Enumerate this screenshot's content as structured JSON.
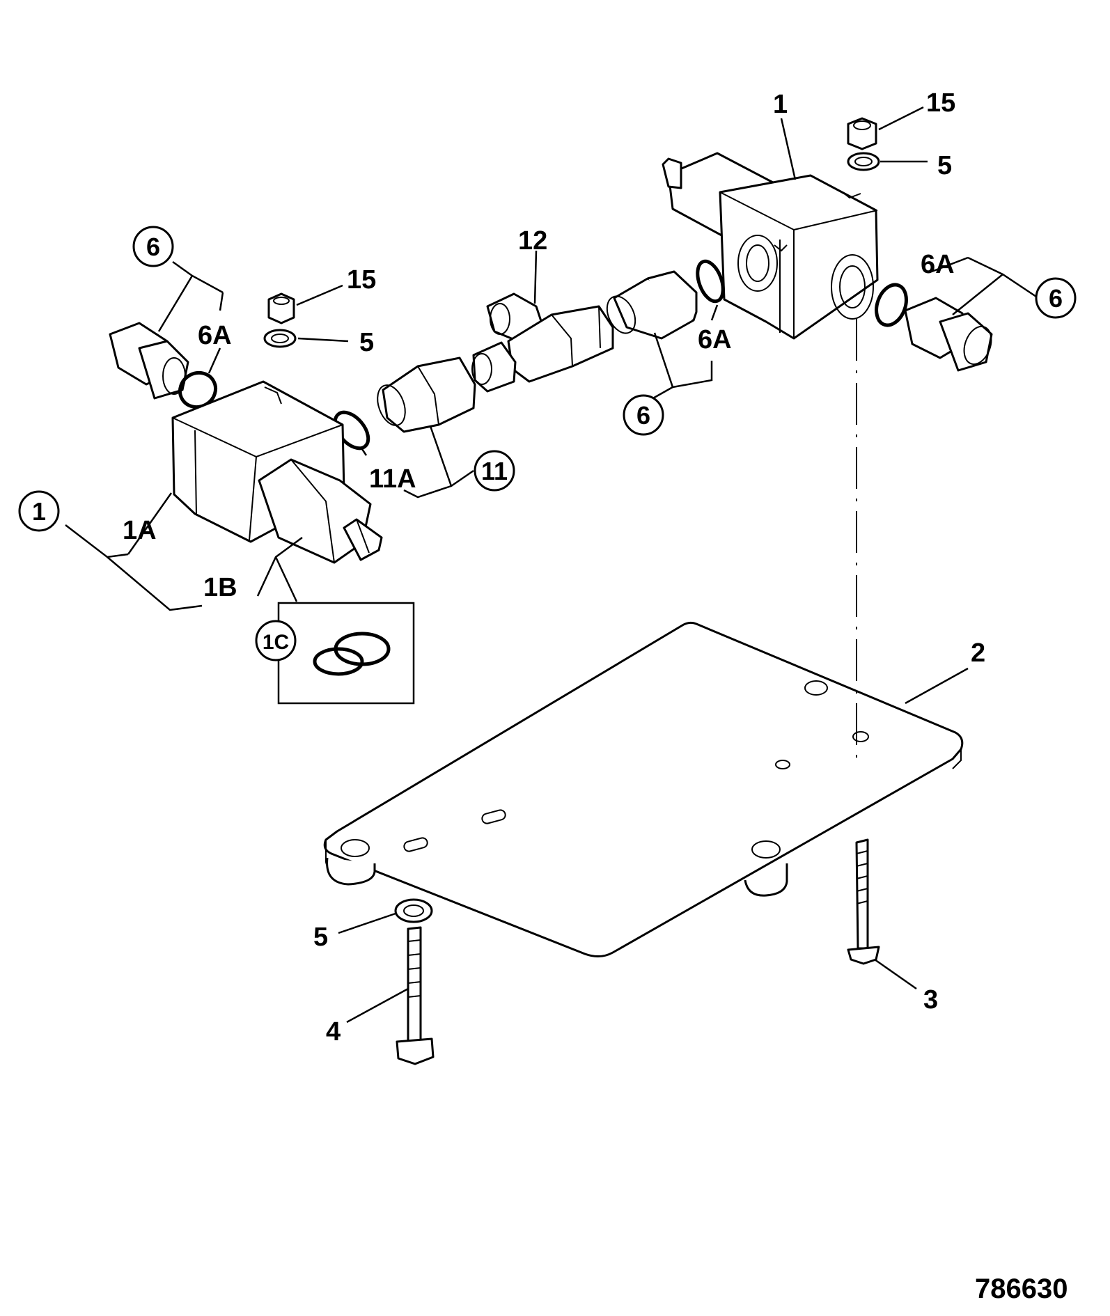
{
  "figure_number": "786630",
  "labels": {
    "l_1_top": "1",
    "l_15_top": "15",
    "l_5_top": "5",
    "l_12": "12",
    "l_15_mid": "15",
    "l_5_mid": "5",
    "l_6A_left": "6A",
    "l_6A_center": "6A",
    "l_6A_right": "6A",
    "l_11A": "11A",
    "l_1A": "1A",
    "l_1B": "1B",
    "l_2": "2",
    "l_5_bottom": "5",
    "l_4": "4",
    "l_3": "3"
  },
  "circled_labels": {
    "c_6_left": "6",
    "c_6_center": "6",
    "c_6_right": "6",
    "c_11": "11",
    "c_1": "1",
    "c_1C": "1C"
  }
}
